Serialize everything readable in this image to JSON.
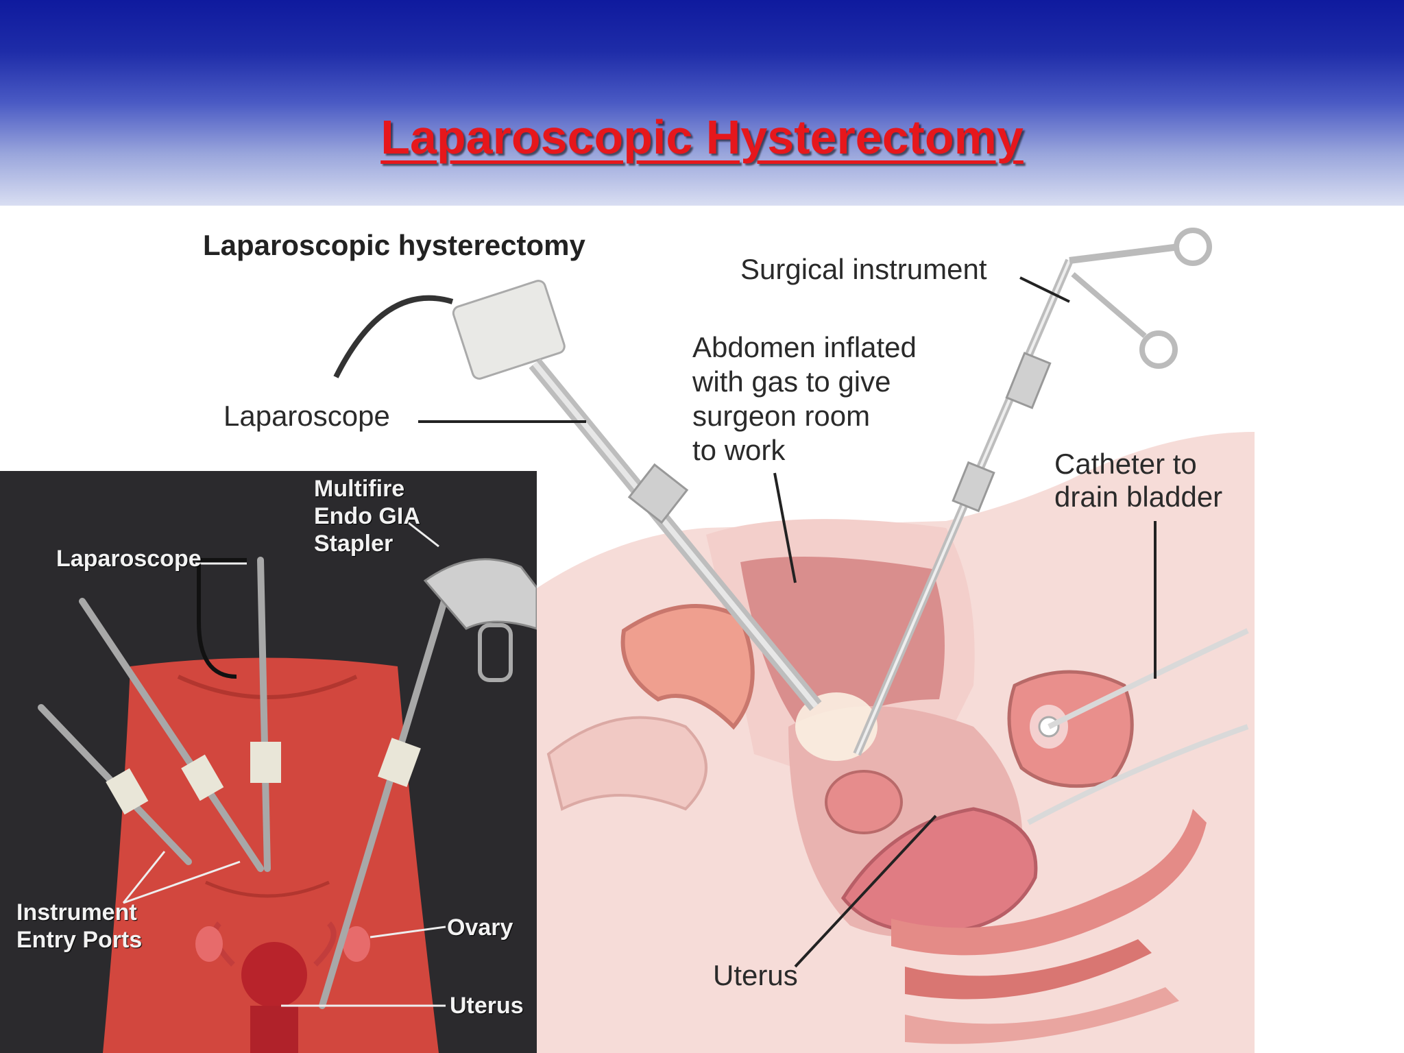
{
  "slide": {
    "title": "Laparoscopic Hysterectomy"
  },
  "main_diagram": {
    "heading": "Laparoscopic hysterectomy",
    "labels": {
      "surgical_instrument": "Surgical instrument",
      "laparoscope": "Laparoscope",
      "abdomen_line1": "Abdomen inflated",
      "abdomen_line2": "with gas to give",
      "abdomen_line3": "surgeon room",
      "abdomen_line4": "to work",
      "catheter_line1": "Catheter to",
      "catheter_line2": "drain bladder",
      "uterus": "Uterus"
    }
  },
  "inset_diagram": {
    "labels": {
      "stapler_line1": "Multifire",
      "stapler_line2": "Endo GIA",
      "stapler_line3": "Stapler",
      "laparoscope": "Laparoscope",
      "ports_line1": "Instrument",
      "ports_line2": "Entry Ports",
      "ovary": "Ovary",
      "uterus": "Uterus"
    }
  },
  "colors": {
    "title": "#e6171c",
    "header_top": "#0f1a9e",
    "tissue": "#f2c3c0",
    "inset_bg": "#2b2a2d",
    "inset_body": "#d2473e"
  }
}
